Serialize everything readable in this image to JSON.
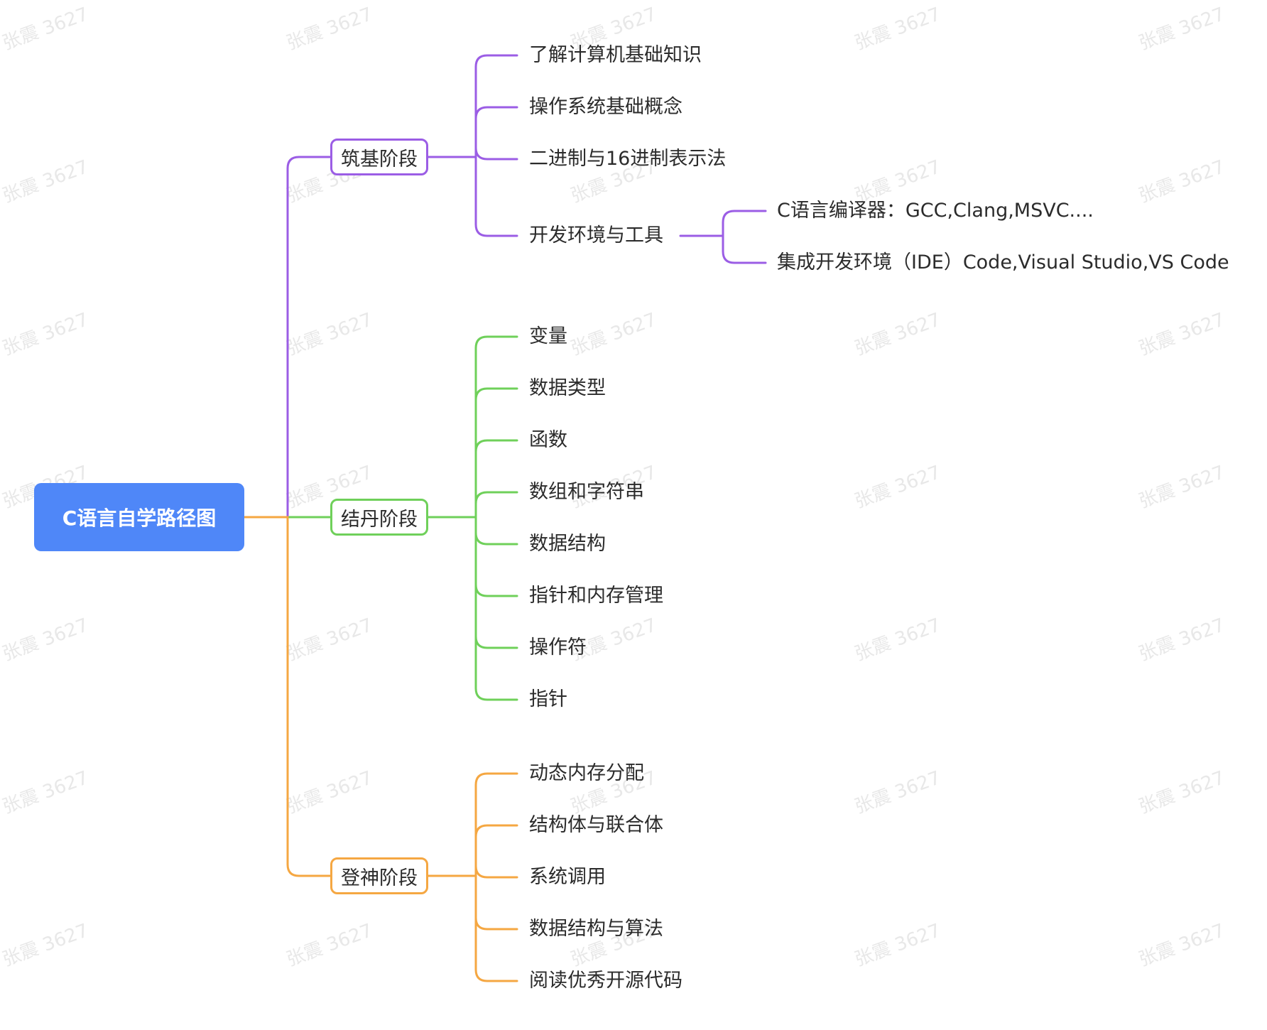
{
  "watermark": "张震 3627",
  "root": {
    "label": "C语言自学路径图",
    "color": "#4f87f8"
  },
  "stages": [
    {
      "label": "筑基阶段",
      "color": "#9b5de5",
      "items": [
        {
          "label": "了解计算机基础知识"
        },
        {
          "label": "操作系统基础概念"
        },
        {
          "label": "二进制与16进制表示法"
        },
        {
          "label": "开发环境与工具",
          "children": [
            {
              "label": "C语言编译器：GCC,Clang,MSVC...."
            },
            {
              "label": "集成开发环境（IDE）Code,Visual Studio,VS Code"
            }
          ]
        }
      ]
    },
    {
      "label": "结丹阶段",
      "color": "#6fd05a",
      "items": [
        {
          "label": "变量"
        },
        {
          "label": "数据类型"
        },
        {
          "label": "函数"
        },
        {
          "label": "数组和字符串"
        },
        {
          "label": "数据结构"
        },
        {
          "label": "指针和内存管理"
        },
        {
          "label": "操作符"
        },
        {
          "label": "指针"
        }
      ]
    },
    {
      "label": "登神阶段",
      "color": "#f5a742",
      "items": [
        {
          "label": "动态内存分配"
        },
        {
          "label": "结构体与联合体"
        },
        {
          "label": "系统调用"
        },
        {
          "label": "数据结构与算法"
        },
        {
          "label": "阅读优秀开源代码"
        }
      ]
    }
  ]
}
